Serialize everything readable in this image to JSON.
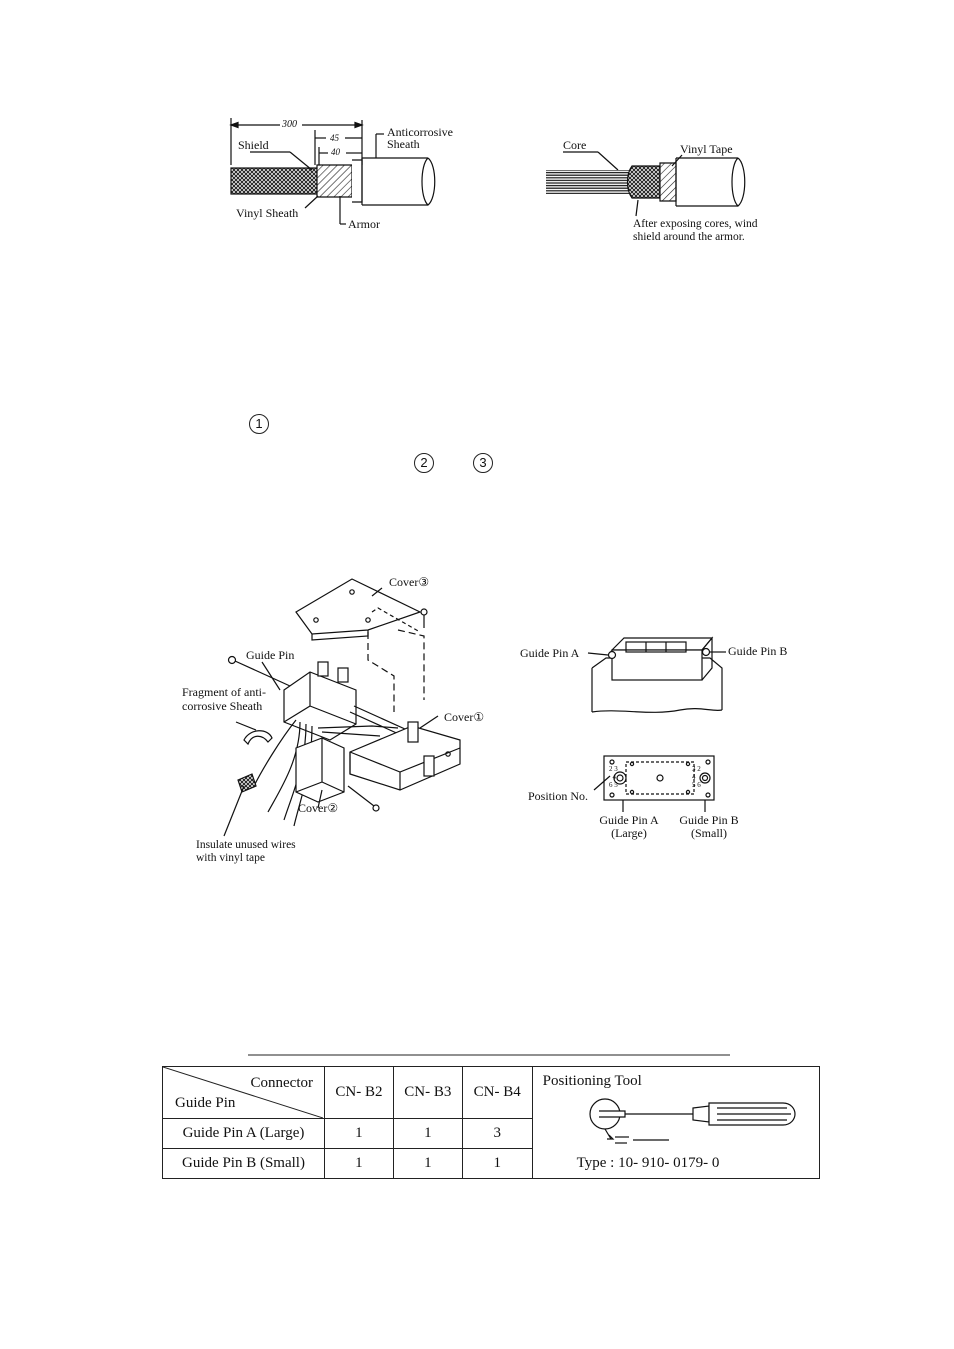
{
  "cable_diagram_left": {
    "dim_300": "300",
    "dim_45": "45",
    "dim_40": "40",
    "shield": "Shield",
    "anticorrosive_line1": "Anticorrosive",
    "anticorrosive_line2": "Sheath",
    "vinyl_sheath": "Vinyl Sheath",
    "armor": "Armor"
  },
  "cable_diagram_right": {
    "core": "Core",
    "vinyl_tape": "Vinyl Tape",
    "note_line1": "After exposing cores, wind",
    "note_line2": "shield around the armor."
  },
  "circled_numbers": [
    "1",
    "2",
    "3"
  ],
  "assembly_diagram": {
    "cover3": "Cover③",
    "guide_pin": "Guide Pin",
    "fragment_line1": "Fragment of anti-",
    "fragment_line2": "corrosive Sheath",
    "cover1": "Cover①",
    "cover2": "Cover②",
    "insulate_line1": "Insulate unused wires",
    "insulate_line2": "with vinyl tape"
  },
  "connector_diagram": {
    "guide_pin_a": "Guide Pin A",
    "guide_pin_b": "Guide Pin B",
    "position_no": "Position No.",
    "gp_a_line1": "Guide Pin A",
    "gp_a_line2": "(Large)",
    "gp_b_line1": "Guide Pin B",
    "gp_b_line2": "(Small)"
  },
  "table": {
    "header_connector": "Connector",
    "header_guide_pin": "Guide Pin",
    "columns": [
      "CN- B2",
      "CN- B3",
      "CN- B4"
    ],
    "rows": [
      {
        "label": "Guide Pin A (Large)",
        "values": [
          "1",
          "1",
          "3"
        ]
      },
      {
        "label": "Guide Pin B (Small)",
        "values": [
          "1",
          "1",
          "1"
        ]
      }
    ],
    "tool_title": "Positioning Tool",
    "tool_type": "Type : 10- 910- 0179- 0"
  }
}
